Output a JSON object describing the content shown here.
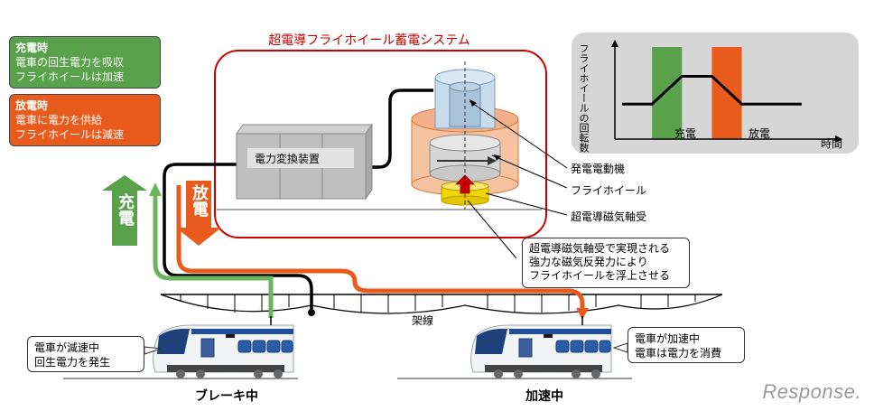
{
  "system_title": "超電導フライホイール蓄電システム",
  "legend": {
    "charge": {
      "title": "充電時",
      "line1": "電車の回生電力を吸収",
      "line2": "フライホイールは加速",
      "color": "#5aa14b"
    },
    "discharge": {
      "title": "放電時",
      "line1": "電車に電力を供給",
      "line2": "フライホイールは減速",
      "color": "#e95a1d"
    }
  },
  "power_converter_label": "電力変換装置",
  "component_labels": {
    "motor_generator": "発電電動機",
    "flywheel": "フライホイール",
    "bearing": "超電導磁気軸受"
  },
  "bearing_callout": {
    "line1": "超電導磁気軸受で実現される",
    "line2": "強力な磁気反発力により",
    "line3": "フライホイールを浮上させる"
  },
  "arrows": {
    "charge_label": "充電",
    "discharge_label": "放電"
  },
  "overhead_line_label": "架線",
  "trains": {
    "left": {
      "callout_line1": "電車が減速中",
      "callout_line2": "回生電力を発生",
      "caption": "ブレーキ中"
    },
    "right": {
      "callout_line1": "電車が加速中",
      "callout_line2": "電車は電力を消費",
      "caption": "加速中"
    }
  },
  "chart_data": {
    "type": "line",
    "title": "",
    "ylabel_line1": "フライホイールの",
    "ylabel_line2": "回転数",
    "xlabel": "時間",
    "phases": [
      {
        "name": "充電",
        "color": "#5aa14b"
      },
      {
        "name": "放電",
        "color": "#e95a1d"
      }
    ],
    "x": [
      0,
      1,
      2,
      3,
      4,
      5,
      6
    ],
    "y": [
      1,
      1,
      2,
      2,
      1,
      1,
      1
    ],
    "note": ""
  },
  "watermark": "Response."
}
